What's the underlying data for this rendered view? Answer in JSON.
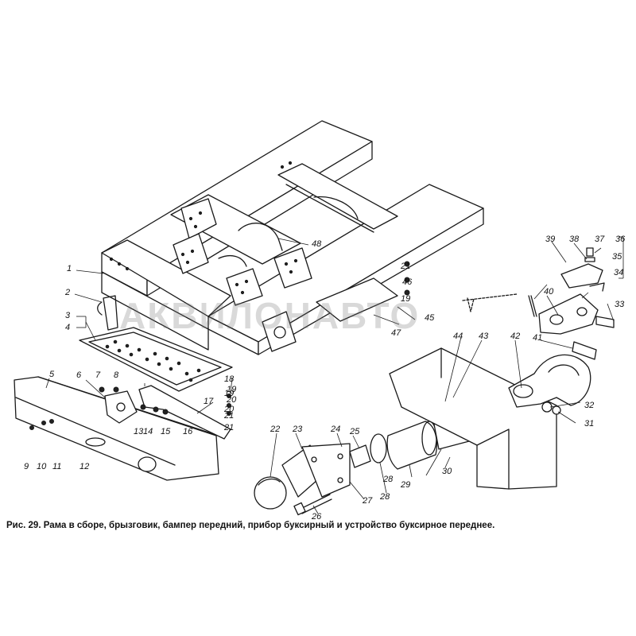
{
  "caption": "Рис. 29. Рама в сборе, брызговик, бампер передний, прибор буксирный и устройство буксирное переднее.",
  "watermark": "АКВИЛОНАВТО",
  "callouts": [
    "1",
    "2",
    "3",
    "4",
    "5",
    "6",
    "7",
    "8",
    "9",
    "10",
    "11",
    "12",
    "13",
    "14",
    "15",
    "16",
    "17",
    "18",
    "19",
    "20",
    "21",
    "22",
    "23",
    "24",
    "25",
    "26",
    "27",
    "28",
    "29",
    "30",
    "31",
    "32",
    "33",
    "34",
    "35",
    "36",
    "37",
    "38",
    "39",
    "40",
    "41",
    "42",
    "43",
    "44",
    "45",
    "46",
    "47",
    "48",
    "21",
    "19",
    "20",
    "21",
    "19",
    "20",
    "28"
  ]
}
